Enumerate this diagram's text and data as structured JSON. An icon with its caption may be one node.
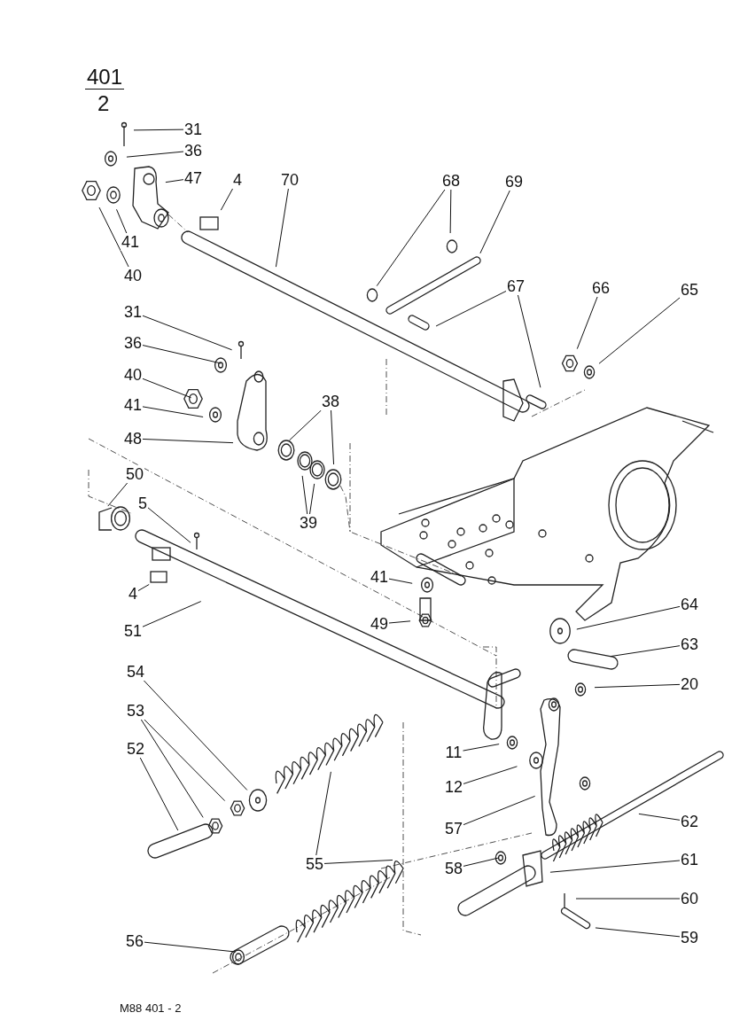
{
  "diagram": {
    "nodes": [
      {
        "text": [
          "31"
        ]
      },
      {
        "text": [
          "36"
        ]
      },
      {
        "text": [
          "47"
        ]
      },
      {
        "text": [
          "4"
        ]
      },
      {
        "text": [
          "70"
        ]
      },
      {
        "text": [
          "41"
        ]
      },
      {
        "text": [
          "40"
        ]
      },
      {
        "text": [
          "68"
        ]
      },
      {
        "text": [
          "69"
        ]
      },
      {
        "text": [
          "67"
        ]
      },
      {
        "text": [
          "66"
        ]
      },
      {
        "text": [
          "65"
        ]
      },
      {
        "text": [
          "31"
        ]
      },
      {
        "text": [
          "36"
        ]
      },
      {
        "text": [
          "40"
        ]
      },
      {
        "text": [
          "41"
        ]
      },
      {
        "text": [
          "48"
        ]
      },
      {
        "text": [
          "38"
        ]
      },
      {
        "text": [
          "39"
        ]
      },
      {
        "text": [
          "50"
        ]
      },
      {
        "text": [
          "5"
        ]
      },
      {
        "text": [
          "4"
        ]
      },
      {
        "text": [
          "51"
        ]
      },
      {
        "text": [
          "41"
        ]
      },
      {
        "text": [
          "49"
        ]
      },
      {
        "text": [
          "64"
        ]
      },
      {
        "text": [
          "63"
        ]
      },
      {
        "text": [
          "54"
        ]
      },
      {
        "text": [
          "20"
        ]
      },
      {
        "text": [
          "53"
        ]
      },
      {
        "text": [
          "52"
        ]
      },
      {
        "text": [
          "11"
        ]
      },
      {
        "text": [
          "12"
        ]
      },
      {
        "text": [
          "57"
        ]
      },
      {
        "text": [
          "62"
        ]
      },
      {
        "text": [
          "55"
        ]
      },
      {
        "text": [
          "61"
        ]
      },
      {
        "text": [
          "58"
        ]
      },
      {
        "text": [
          "60"
        ]
      },
      {
        "text": [
          "59"
        ]
      },
      {
        "text": [
          "56"
        ]
      }
    ],
    "edges": [
      {
        "from": 0,
        "to": null,
        "arrow": "none"
      },
      {
        "from": 1,
        "to": null,
        "arrow": "none"
      },
      {
        "from": 2,
        "to": null,
        "arrow": "none"
      },
      {
        "from": 3,
        "to": null,
        "arrow": "none"
      },
      {
        "from": 4,
        "to": null,
        "arrow": "none"
      },
      {
        "from": 5,
        "to": null,
        "arrow": "none"
      },
      {
        "from": 6,
        "to": null,
        "arrow": "none"
      },
      {
        "from": 7,
        "to": null,
        "arrow": "none"
      },
      {
        "from": 7,
        "to": null,
        "arrow": "none"
      },
      {
        "from": 8,
        "to": null,
        "arrow": "none"
      },
      {
        "from": 9,
        "to": null,
        "arrow": "none"
      },
      {
        "from": 9,
        "to": null,
        "arrow": "none"
      },
      {
        "from": 10,
        "to": null,
        "arrow": "none"
      },
      {
        "from": 11,
        "to": null,
        "arrow": "none"
      },
      {
        "from": 12,
        "to": null,
        "arrow": "none"
      },
      {
        "from": 13,
        "to": null,
        "arrow": "none"
      },
      {
        "from": 14,
        "to": null,
        "arrow": "none"
      },
      {
        "from": 15,
        "to": null,
        "arrow": "none"
      },
      {
        "from": 16,
        "to": null,
        "arrow": "none"
      },
      {
        "from": 17,
        "to": null,
        "arrow": "none"
      },
      {
        "from": 17,
        "to": null,
        "arrow": "none"
      },
      {
        "from": 18,
        "to": null,
        "arrow": "none"
      },
      {
        "from": 18,
        "to": null,
        "arrow": "none"
      },
      {
        "from": 19,
        "to": null,
        "arrow": "none"
      },
      {
        "from": 20,
        "to": null,
        "arrow": "none"
      },
      {
        "from": 21,
        "to": null,
        "arrow": "none"
      },
      {
        "from": 22,
        "to": null,
        "arrow": "none"
      },
      {
        "from": 23,
        "to": null,
        "arrow": "none"
      },
      {
        "from": 24,
        "to": null,
        "arrow": "none"
      },
      {
        "from": 25,
        "to": null,
        "arrow": "none"
      },
      {
        "from": 26,
        "to": null,
        "arrow": "none"
      },
      {
        "from": 27,
        "to": null,
        "arrow": "none"
      },
      {
        "from": 28,
        "to": null,
        "arrow": "none"
      },
      {
        "from": 29,
        "to": null,
        "arrow": "none"
      },
      {
        "from": 29,
        "to": null,
        "arrow": "none"
      },
      {
        "from": 30,
        "to": null,
        "arrow": "none"
      },
      {
        "from": 31,
        "to": null,
        "arrow": "none"
      },
      {
        "from": 32,
        "to": null,
        "arrow": "none"
      },
      {
        "from": 33,
        "to": null,
        "arrow": "none"
      },
      {
        "from": 34,
        "to": null,
        "arrow": "none"
      },
      {
        "from": 35,
        "to": null,
        "arrow": "none"
      },
      {
        "from": 35,
        "to": null,
        "arrow": "none"
      },
      {
        "from": 36,
        "to": null,
        "arrow": "none"
      },
      {
        "from": 37,
        "to": null,
        "arrow": "none"
      },
      {
        "from": 38,
        "to": null,
        "arrow": "none"
      },
      {
        "from": 39,
        "to": null,
        "arrow": "none"
      },
      {
        "from": 40,
        "to": null,
        "arrow": "none"
      }
    ],
    "labels": [
      "401",
      "2",
      "M88 401 - 2"
    ]
  }
}
